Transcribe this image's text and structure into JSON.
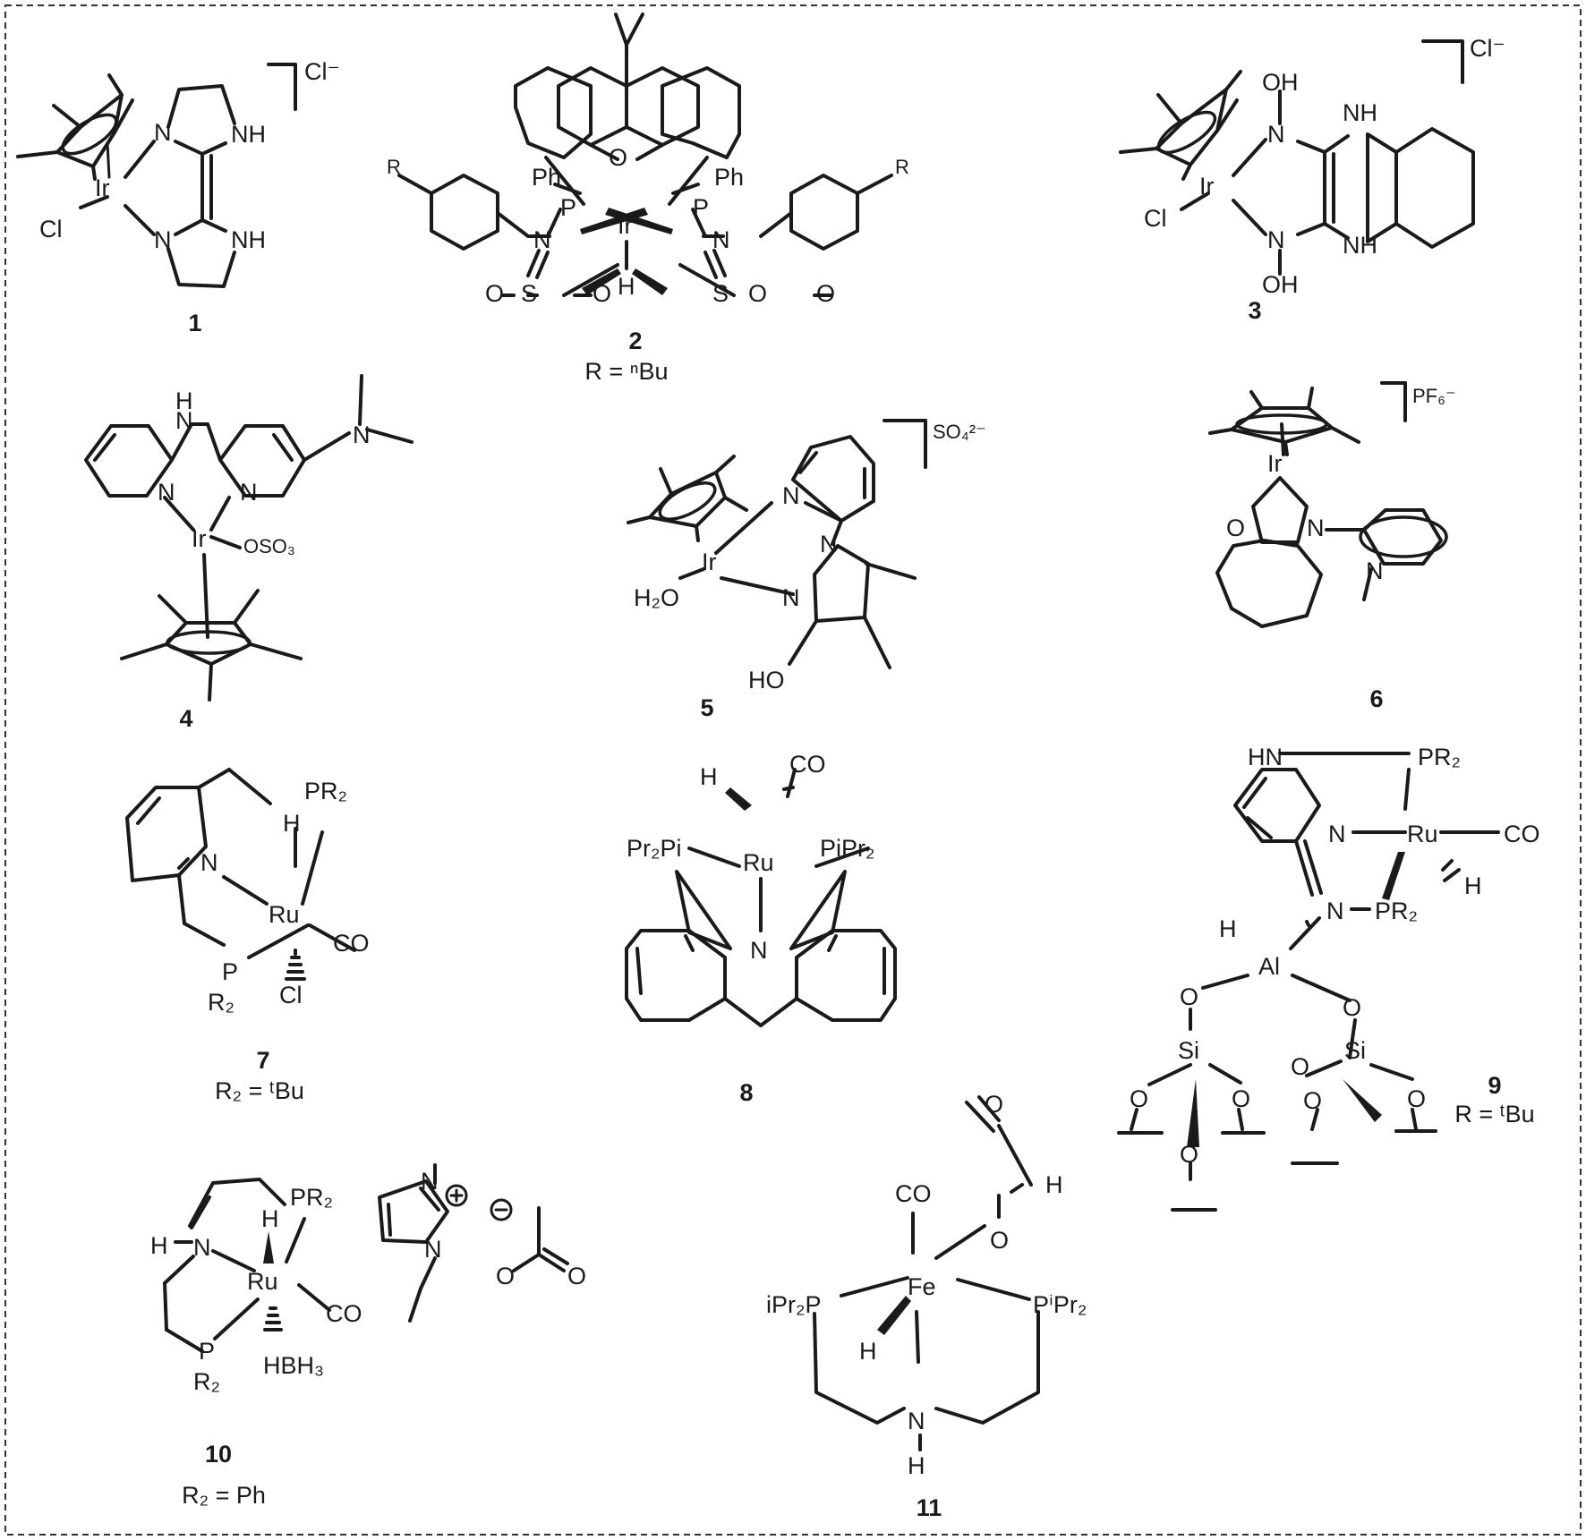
{
  "compounds": [
    {
      "number": "1",
      "counterion": "Cl⁻",
      "atoms": [
        "Ir",
        "Cl",
        "N",
        "NH",
        "N",
        "NH"
      ]
    },
    {
      "number": "2",
      "substituent": "R = ⁿBu",
      "atoms": [
        "Ph",
        "P",
        "Ph",
        "P",
        "O",
        "Ir",
        "N",
        "S",
        "O",
        "O",
        "H",
        "N",
        "S",
        "O",
        "O",
        "R",
        "R"
      ]
    },
    {
      "number": "3",
      "counterion": "Cl⁻",
      "atoms": [
        "Ir",
        "Cl",
        "N",
        "N",
        "OH",
        "OH",
        "NH",
        "NH"
      ]
    },
    {
      "number": "4",
      "atoms": [
        "H",
        "N",
        "N",
        "N",
        "Ir",
        "OSO₃",
        "N"
      ]
    },
    {
      "number": "5",
      "counterion": "SO₄²⁻",
      "atoms": [
        "Ir",
        "N",
        "N",
        "N",
        "H₂O",
        "HO"
      ]
    },
    {
      "number": "6",
      "counterion": "PF₆⁻",
      "atoms": [
        "Ir",
        "O",
        "N",
        "N"
      ]
    },
    {
      "number": "7",
      "substituent": "R₂ = ᵗBu",
      "atoms": [
        "PR₂",
        "H",
        "N",
        "Ru",
        "CO",
        "P",
        "R₂",
        "Cl"
      ]
    },
    {
      "number": "8",
      "atoms": [
        "H",
        "CO",
        "Pr₂Pi",
        "Ru",
        "PiPr₂",
        "N"
      ]
    },
    {
      "number": "9",
      "substituent": "R = ᵗBu",
      "atoms": [
        "HN",
        "PR₂",
        "N",
        "Ru",
        "CO",
        "H",
        "N",
        "PR₂",
        "H",
        "Al",
        "O",
        "O",
        "Si",
        "Si",
        "O",
        "O",
        "O",
        "O",
        "O",
        "O"
      ]
    },
    {
      "number": "10",
      "substituent": "R₂ = Ph",
      "atoms": [
        "PR₂",
        "H",
        "N",
        "H",
        "Ru",
        "CO",
        "P",
        "R₂",
        "HBH₃",
        "N",
        "N",
        "O",
        "O"
      ],
      "charges": [
        "⊕",
        "⊖"
      ]
    },
    {
      "number": "11",
      "atoms": [
        "CO",
        "O",
        "O",
        "H",
        "iPr₂P",
        "Fe",
        "PⁱPr₂",
        "H",
        "N",
        "H"
      ]
    }
  ]
}
